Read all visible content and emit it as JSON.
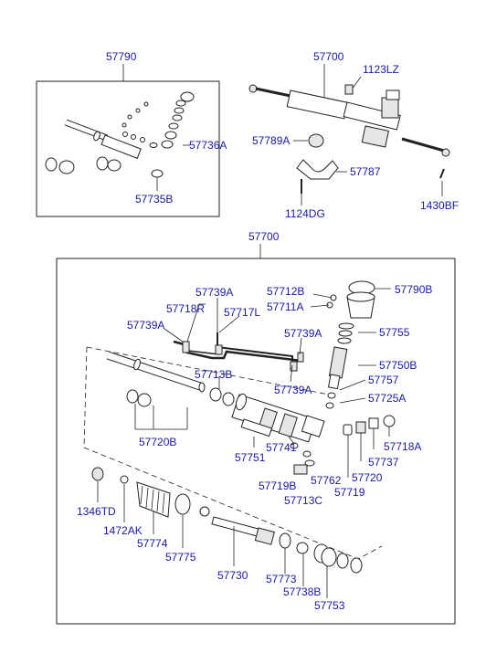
{
  "top_box": {
    "assembly": "57790",
    "parts": {
      "p57736A": "57736A",
      "p57735B": "57735B"
    }
  },
  "overview": {
    "assembly": "57700",
    "parts": {
      "p1123LZ": "1123LZ",
      "p57789A": "57789A",
      "p57787": "57787",
      "p1124DG": "1124DG",
      "p1430BF": "1430BF"
    }
  },
  "exploded": {
    "assembly": "57700",
    "parts": {
      "p57739A_top": "57739A",
      "p57712B": "57712B",
      "p57790B": "57790B",
      "p57718R": "57718R",
      "p57717L": "57717L",
      "p57711A": "57711A",
      "p57739A_left": "57739A",
      "p57739A_right": "57739A",
      "p57755": "57755",
      "p57750B": "57750B",
      "p57713B": "57713B",
      "p57757": "57757",
      "p57739A_mid": "57739A",
      "p57725A": "57725A",
      "p57720B": "57720B",
      "p57751": "57751",
      "p57741": "57741",
      "p57718A": "57718A",
      "p57737": "57737",
      "p57719B": "57719B",
      "p57762": "57762",
      "p57720": "57720",
      "p57713C": "57713C",
      "p57719": "57719",
      "p1346TD": "1346TD",
      "p1472AK": "1472AK",
      "p57774": "57774",
      "p57775": "57775",
      "p57730": "57730",
      "p57773": "57773",
      "p57738B": "57738B",
      "p57753": "57753"
    }
  },
  "colors": {
    "label": "#1a1aa8",
    "line": "#222222"
  }
}
